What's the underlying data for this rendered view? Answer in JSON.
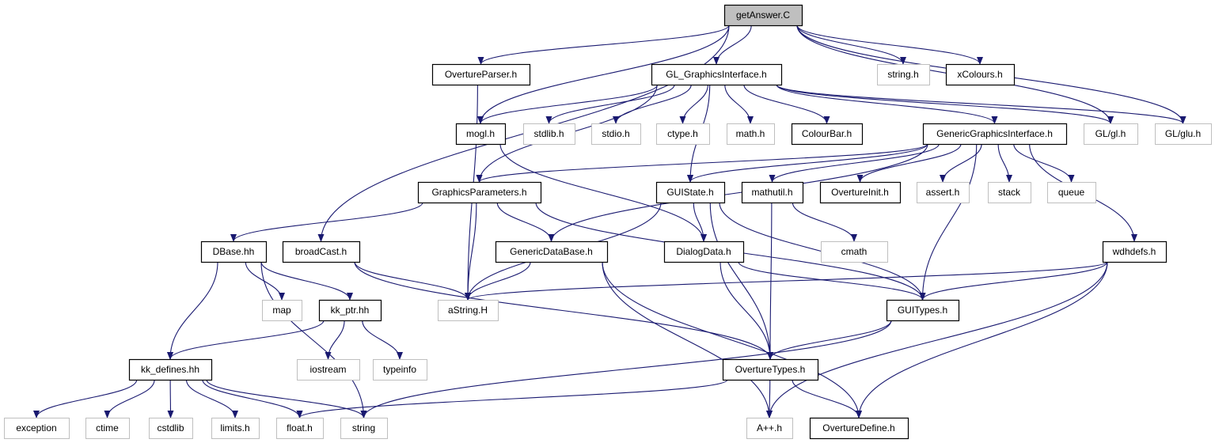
{
  "nodes": [
    {
      "id": "getAnswer",
      "label": "getAnswer.C",
      "kind": "root"
    },
    {
      "id": "OvertureParser",
      "label": "OvertureParser.h",
      "kind": "doc"
    },
    {
      "id": "GLGI",
      "label": "GL_GraphicsInterface.h",
      "kind": "doc"
    },
    {
      "id": "string_h",
      "label": "string.h",
      "kind": "ext"
    },
    {
      "id": "xColours",
      "label": "xColours.h",
      "kind": "doc"
    },
    {
      "id": "mogl",
      "label": "mogl.h",
      "kind": "doc"
    },
    {
      "id": "stdlib_h",
      "label": "stdlib.h",
      "kind": "ext"
    },
    {
      "id": "stdio_h",
      "label": "stdio.h",
      "kind": "ext"
    },
    {
      "id": "ctype_h",
      "label": "ctype.h",
      "kind": "ext"
    },
    {
      "id": "math_h",
      "label": "math.h",
      "kind": "ext"
    },
    {
      "id": "ColourBar",
      "label": "ColourBar.h",
      "kind": "doc"
    },
    {
      "id": "GGI",
      "label": "GenericGraphicsInterface.h",
      "kind": "doc"
    },
    {
      "id": "GL_gl",
      "label": "GL/gl.h",
      "kind": "ext"
    },
    {
      "id": "GL_glu",
      "label": "GL/glu.h",
      "kind": "ext"
    },
    {
      "id": "GP",
      "label": "GraphicsParameters.h",
      "kind": "doc"
    },
    {
      "id": "GUIState",
      "label": "GUIState.h",
      "kind": "doc"
    },
    {
      "id": "mathutil",
      "label": "mathutil.h",
      "kind": "doc"
    },
    {
      "id": "OvertureInit",
      "label": "OvertureInit.h",
      "kind": "doc"
    },
    {
      "id": "assert_h",
      "label": "assert.h",
      "kind": "ext"
    },
    {
      "id": "stack",
      "label": "stack",
      "kind": "ext"
    },
    {
      "id": "queue",
      "label": "queue",
      "kind": "ext"
    },
    {
      "id": "DBase",
      "label": "DBase.hh",
      "kind": "doc"
    },
    {
      "id": "broadCast",
      "label": "broadCast.h",
      "kind": "doc"
    },
    {
      "id": "GDB",
      "label": "GenericDataBase.h",
      "kind": "doc"
    },
    {
      "id": "DialogData",
      "label": "DialogData.h",
      "kind": "doc"
    },
    {
      "id": "cmath",
      "label": "cmath",
      "kind": "ext"
    },
    {
      "id": "wdhdefs",
      "label": "wdhdefs.h",
      "kind": "doc"
    },
    {
      "id": "map",
      "label": "map",
      "kind": "ext"
    },
    {
      "id": "kk_ptr",
      "label": "kk_ptr.hh",
      "kind": "doc"
    },
    {
      "id": "aString",
      "label": "aString.H",
      "kind": "ext"
    },
    {
      "id": "GUITypes",
      "label": "GUITypes.h",
      "kind": "doc"
    },
    {
      "id": "kk_defines",
      "label": "kk_defines.hh",
      "kind": "doc"
    },
    {
      "id": "iostream",
      "label": "iostream",
      "kind": "ext"
    },
    {
      "id": "typeinfo",
      "label": "typeinfo",
      "kind": "ext"
    },
    {
      "id": "OvertureTypes",
      "label": "OvertureTypes.h",
      "kind": "doc"
    },
    {
      "id": "exception",
      "label": "exception",
      "kind": "ext"
    },
    {
      "id": "ctime",
      "label": "ctime",
      "kind": "ext"
    },
    {
      "id": "cstdlib",
      "label": "cstdlib",
      "kind": "ext"
    },
    {
      "id": "limits_h",
      "label": "limits.h",
      "kind": "ext"
    },
    {
      "id": "float_h",
      "label": "float.h",
      "kind": "ext"
    },
    {
      "id": "string",
      "label": "string",
      "kind": "ext"
    },
    {
      "id": "App",
      "label": "A++.h",
      "kind": "ext"
    },
    {
      "id": "OvertureDefine",
      "label": "OvertureDefine.h",
      "kind": "doc"
    }
  ],
  "edges": [
    [
      "getAnswer",
      "OvertureParser"
    ],
    [
      "getAnswer",
      "GLGI"
    ],
    [
      "getAnswer",
      "string_h"
    ],
    [
      "getAnswer",
      "xColours"
    ],
    [
      "getAnswer",
      "mogl"
    ],
    [
      "getAnswer",
      "GL_gl"
    ],
    [
      "getAnswer",
      "GL_glu"
    ],
    [
      "getAnswer",
      "broadCast"
    ],
    [
      "OvertureParser",
      "aString"
    ],
    [
      "GLGI",
      "mogl"
    ],
    [
      "GLGI",
      "stdlib_h"
    ],
    [
      "GLGI",
      "stdio_h"
    ],
    [
      "GLGI",
      "ctype_h"
    ],
    [
      "GLGI",
      "math_h"
    ],
    [
      "GLGI",
      "ColourBar"
    ],
    [
      "GLGI",
      "GGI"
    ],
    [
      "GLGI",
      "GL_gl"
    ],
    [
      "GLGI",
      "GL_glu"
    ],
    [
      "GLGI",
      "GP"
    ],
    [
      "GLGI",
      "GUIState"
    ],
    [
      "mogl",
      "DialogData"
    ],
    [
      "GGI",
      "GP"
    ],
    [
      "GGI",
      "GUIState"
    ],
    [
      "GGI",
      "mathutil"
    ],
    [
      "GGI",
      "OvertureInit"
    ],
    [
      "GGI",
      "assert_h"
    ],
    [
      "GGI",
      "stack"
    ],
    [
      "GGI",
      "queue"
    ],
    [
      "GGI",
      "GDB"
    ],
    [
      "GGI",
      "wdhdefs"
    ],
    [
      "GGI",
      "GUITypes"
    ],
    [
      "GP",
      "DBase"
    ],
    [
      "GP",
      "GDB"
    ],
    [
      "GP",
      "aString"
    ],
    [
      "GP",
      "GUITypes"
    ],
    [
      "GUIState",
      "DialogData"
    ],
    [
      "GUIState",
      "aString"
    ],
    [
      "GUIState",
      "GUITypes"
    ],
    [
      "GUIState",
      "OvertureTypes"
    ],
    [
      "mathutil",
      "cmath"
    ],
    [
      "mathutil",
      "OvertureTypes"
    ],
    [
      "DBase",
      "map"
    ],
    [
      "DBase",
      "kk_ptr"
    ],
    [
      "DBase",
      "kk_defines"
    ],
    [
      "DBase",
      "string"
    ],
    [
      "broadCast",
      "aString"
    ],
    [
      "broadCast",
      "OvertureTypes"
    ],
    [
      "GDB",
      "aString"
    ],
    [
      "GDB",
      "App"
    ],
    [
      "GDB",
      "OvertureDefine"
    ],
    [
      "DialogData",
      "GUITypes"
    ],
    [
      "DialogData",
      "OvertureTypes"
    ],
    [
      "wdhdefs",
      "aString"
    ],
    [
      "wdhdefs",
      "GUITypes"
    ],
    [
      "wdhdefs",
      "App"
    ],
    [
      "wdhdefs",
      "OvertureDefine"
    ],
    [
      "kk_ptr",
      "iostream"
    ],
    [
      "kk_ptr",
      "typeinfo"
    ],
    [
      "kk_ptr",
      "kk_defines"
    ],
    [
      "GUITypes",
      "OvertureTypes"
    ],
    [
      "GUITypes",
      "string"
    ],
    [
      "kk_defines",
      "exception"
    ],
    [
      "kk_defines",
      "ctime"
    ],
    [
      "kk_defines",
      "cstdlib"
    ],
    [
      "kk_defines",
      "limits_h"
    ],
    [
      "kk_defines",
      "float_h"
    ],
    [
      "kk_defines",
      "string"
    ],
    [
      "OvertureTypes",
      "float_h"
    ],
    [
      "OvertureTypes",
      "App"
    ],
    [
      "OvertureTypes",
      "OvertureDefine"
    ]
  ]
}
